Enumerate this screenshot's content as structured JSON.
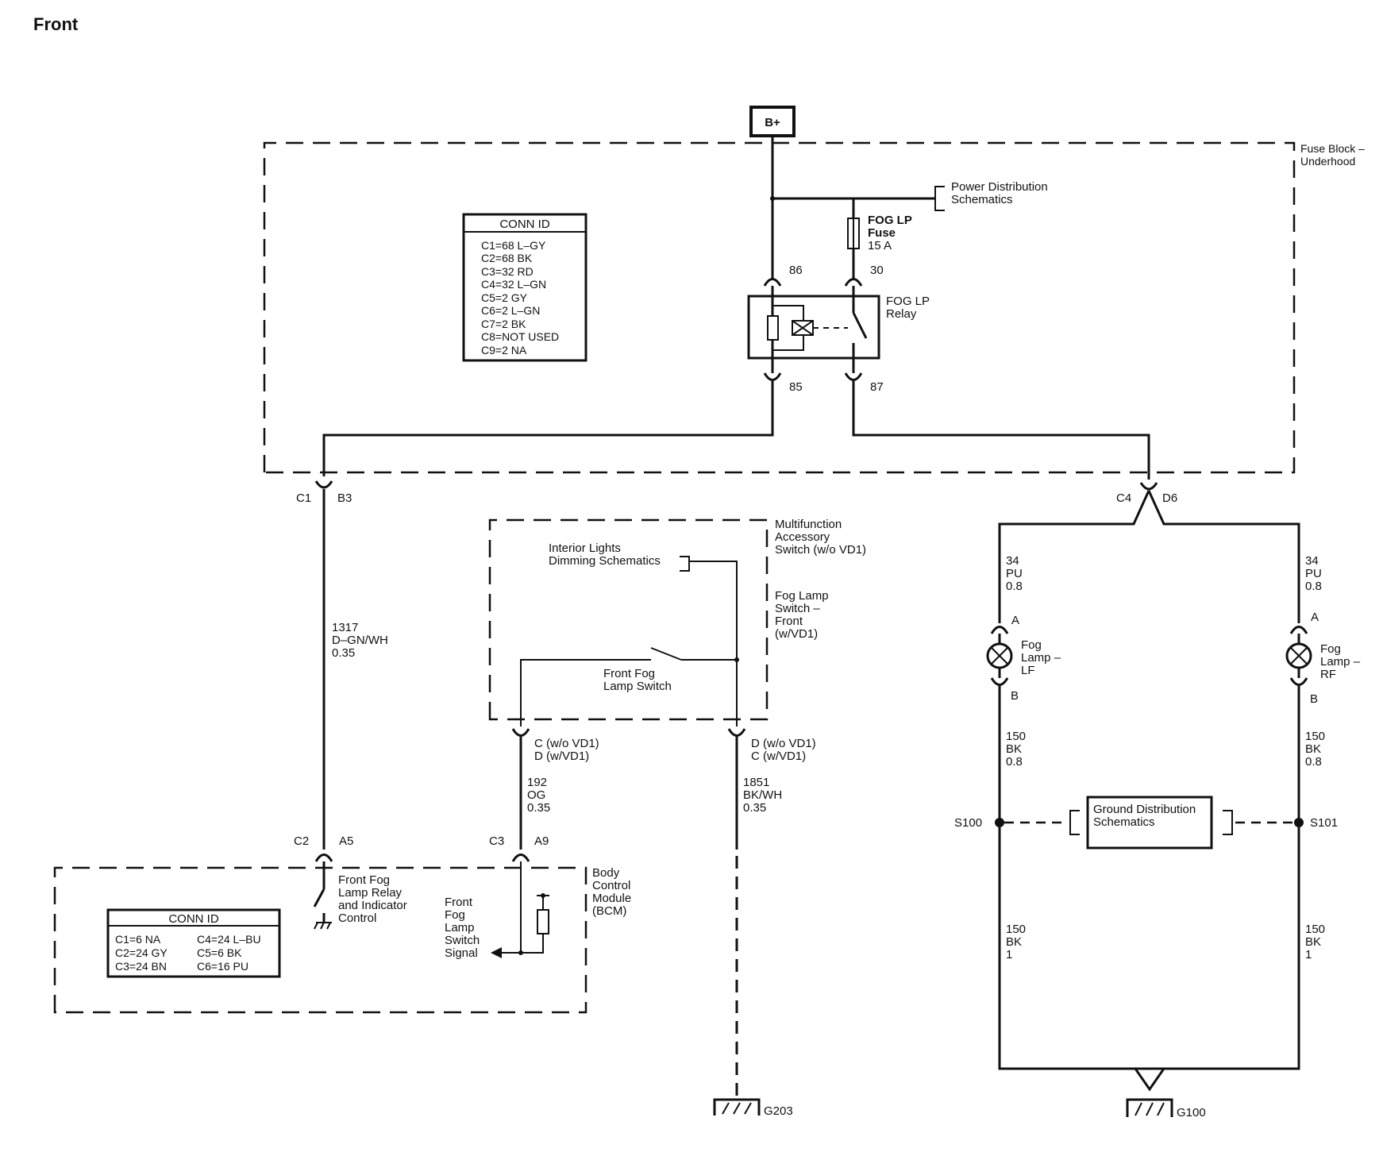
{
  "page_title": "Front",
  "power": {
    "label": "B+"
  },
  "fuse_block": {
    "name_line1": "Fuse Block –",
    "name_line2": "Underhood",
    "power_dist_line1": "Power Distribution",
    "power_dist_line2": "Schematics",
    "fuse_line1": "FOG LP",
    "fuse_line2": "Fuse",
    "fuse_line3": "15 A",
    "relay_line1": "FOG LP",
    "relay_line2": "Relay",
    "pin86": "86",
    "pin30": "30",
    "pin85": "85",
    "pin87": "87",
    "conn_id": {
      "title": "CONN ID",
      "rows": [
        "C1=68 L–GY",
        "C2=68 BK",
        "C3=32 RD",
        "C4=32 L–GN",
        "C5=2 GY",
        "C6=2 L–GN",
        "C7=2 BK",
        "C8=NOT USED",
        "C9=2 NA"
      ]
    }
  },
  "connectors": {
    "c1": "C1",
    "b3": "B3",
    "c4": "C4",
    "d6": "D6",
    "c2": "C2",
    "a5": "A5",
    "c3": "C3",
    "a9": "A9"
  },
  "wires": {
    "w1317": [
      "1317",
      "D–GN/WH",
      "0.35"
    ],
    "w192": [
      "192",
      "OG",
      "0.35"
    ],
    "w1851": [
      "1851",
      "BK/WH",
      "0.35"
    ],
    "w34_left": [
      "34",
      "PU",
      "0.8"
    ],
    "w34_right": [
      "34",
      "PU",
      "0.8"
    ],
    "w150_left_upper": [
      "150",
      "BK",
      "0.8"
    ],
    "w150_right_upper": [
      "150",
      "BK",
      "0.8"
    ],
    "w150_left_lower": [
      "150",
      "BK",
      "1"
    ],
    "w150_right_lower": [
      "150",
      "BK",
      "1"
    ]
  },
  "switch_module": {
    "name": [
      "Multifunction",
      "Accessory",
      "Switch (w/o VD1)"
    ],
    "alt_name": [
      "Fog Lamp",
      "Switch –",
      "Front",
      "(w/VD1)"
    ],
    "interior_lights": [
      "Interior Lights",
      "Dimming Schematics"
    ],
    "switch_label": [
      "Front Fog",
      "Lamp Switch"
    ],
    "pin_c": [
      "C (w/o VD1)",
      "D (w/VD1)"
    ],
    "pin_d": [
      "D (w/o VD1)",
      "C (w/VD1)"
    ]
  },
  "fog_lamps": {
    "left": {
      "pin_a": "A",
      "pin_b": "B",
      "name": [
        "Fog",
        "Lamp –",
        "LF"
      ]
    },
    "right": {
      "pin_a": "A",
      "pin_b": "B",
      "name": [
        "Fog",
        "Lamp –",
        "RF"
      ]
    }
  },
  "splices": {
    "s100": "S100",
    "s101": "S101"
  },
  "ground_dist": [
    "Ground Distribution",
    "Schematics"
  ],
  "grounds": {
    "g203": "G203",
    "g100": "G100"
  },
  "bcm": {
    "name": [
      "Body",
      "Control",
      "Module",
      "(BCM)"
    ],
    "relay_control": [
      "Front Fog",
      "Lamp Relay",
      "and Indicator",
      "Control"
    ],
    "switch_signal": [
      "Front",
      "Fog",
      "Lamp",
      "Switch",
      "Signal"
    ],
    "conn_id": {
      "title": "CONN ID",
      "rows": [
        [
          "C1=6 NA",
          "C4=24 L–BU"
        ],
        [
          "C2=24 GY",
          "C5=6 BK"
        ],
        [
          "C3=24 BN",
          "C6=16 PU"
        ]
      ]
    }
  }
}
